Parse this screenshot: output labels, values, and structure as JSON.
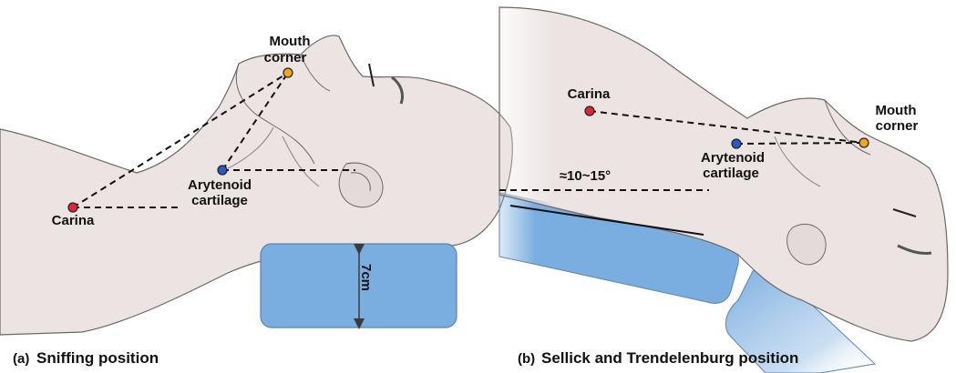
{
  "colors": {
    "skin": "#ebe4e2",
    "skin_outline": "#6f6766",
    "pillow": "#7aaee0",
    "pillow_outline": "#5b84ad",
    "carina": "#e0263a",
    "mouth_corner": "#f0a818",
    "arytenoid": "#2a59c6",
    "dash": "#111111"
  },
  "panel_a": {
    "caption_letter": "(a)",
    "caption": "Sniffing position",
    "labels": {
      "mouth_corner_line1": "Mouth",
      "mouth_corner_line2": "corner",
      "arytenoid_line1": "Arytenoid",
      "arytenoid_line2": "cartilage",
      "carina": "Carina"
    },
    "pillow_height": "7cm"
  },
  "panel_b": {
    "caption_letter": "(b)",
    "caption": "Sellick and Trendelenburg position",
    "labels": {
      "carina": "Carina",
      "mouth_corner_line1": "Mouth",
      "mouth_corner_line2": "corner",
      "arytenoid_line1": "Arytenoid",
      "arytenoid_line2": "cartilage"
    },
    "angle": "≈10~15°"
  }
}
